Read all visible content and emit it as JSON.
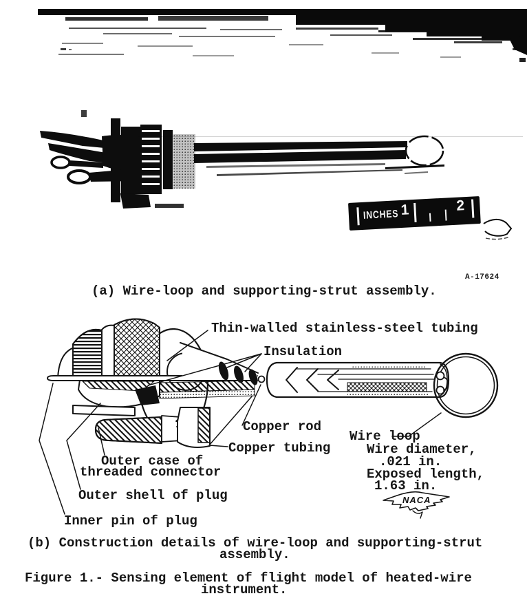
{
  "photo": {
    "negative_number": "A-17624",
    "ruler": {
      "unit_label": "INCHES",
      "marks": [
        "1",
        "2"
      ]
    }
  },
  "captions": {
    "a": "(a) Wire-loop and supporting-strut assembly.",
    "b_line1": "(b) Construction details of wire-loop and supporting-strut",
    "b_line2": "assembly.",
    "figure_line1": "Figure 1.- Sensing element of flight model of heated-wire",
    "figure_line2": "instrument."
  },
  "diagram": {
    "labels": {
      "thin_tubing": "Thin-walled stainless-steel tubing",
      "insulation": "Insulation",
      "copper_rod": "Copper rod",
      "copper_tubing": "Copper tubing",
      "outer_case_line1": "Outer case of",
      "outer_case_line2": "threaded connector",
      "outer_shell": "Outer shell of plug",
      "inner_pin": "Inner pin of plug",
      "wire_loop": "Wire loop",
      "wire_diameter_line1": "Wire diameter,",
      "wire_diameter_line2": ".021 in.",
      "exposed_length_line1": "Exposed length,",
      "exposed_length_line2": "1.63 in."
    },
    "logo": "NACA"
  },
  "colors": {
    "ink": "#141414",
    "photo_black": "#0d0d0d",
    "paper": "#ffffff"
  }
}
